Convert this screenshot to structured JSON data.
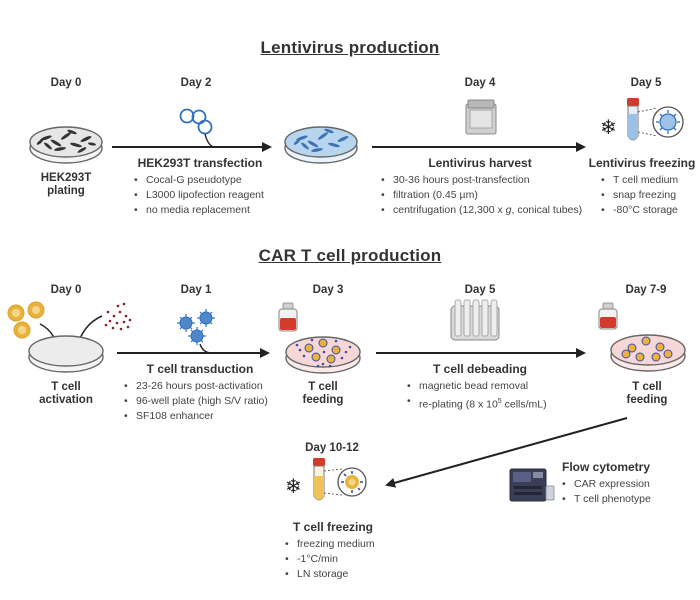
{
  "lentivirus": {
    "title": "Lentivirus production",
    "day0": "Day 0",
    "day2": "Day 2",
    "day4": "Day 4",
    "day5": "Day 5",
    "plating_label_1": "HEK293T",
    "plating_label_2": "plating",
    "transfection": {
      "heading": "HEK293T transfection",
      "bullets": [
        "Cocal-G pseudotype",
        "L3000 lipofection reagent",
        "no media replacement"
      ]
    },
    "harvest": {
      "heading": "Lentivirus harvest",
      "bullets": [
        "30-36 hours post-transfection",
        "filtration (0.45 µm)"
      ],
      "centrifugation_prefix": "centrifugation (12,300 x ",
      "centrifugation_g": "g",
      "centrifugation_suffix": ", conical tubes)"
    },
    "freezing": {
      "heading": "Lentivirus freezing",
      "bullets": [
        "T cell medium",
        "snap freezing",
        "-80°C storage"
      ]
    }
  },
  "cart": {
    "title": "CAR T cell production",
    "day0": "Day 0",
    "day1": "Day 1",
    "day3": "Day 3",
    "day5": "Day 5",
    "day7_9": "Day 7-9",
    "day10_12": "Day 10-12",
    "activation_1": "T cell",
    "activation_2": "activation",
    "feeding3_1": "T cell",
    "feeding3_2": "feeding",
    "feeding7_1": "T cell",
    "feeding7_2": "feeding",
    "transduction": {
      "heading": "T cell transduction",
      "bullets": [
        "23-26 hours post-activation",
        "96-well plate (high S/V ratio)",
        "SF108 enhancer"
      ]
    },
    "debeading": {
      "heading": "T cell debeading",
      "bullet1": "magnetic bead removal",
      "replating_prefix": "re-plating (8 x 10",
      "replating_exp": "5",
      "replating_suffix": " cells/mL)"
    },
    "flow": {
      "heading": "Flow cytometry",
      "bullets": [
        "CAR expression",
        "T cell phenotype"
      ]
    },
    "freezing": {
      "heading": "T cell freezing",
      "bullets": [
        "freezing medium",
        "-1°C/min",
        "LN storage"
      ]
    }
  },
  "colors": {
    "arrow": "#222222",
    "dish_blue": "#b7d6ee",
    "dish_pink": "#f6d7d8",
    "virus_blue": "#2f6fc0",
    "tcell_yellow": "#e9b23c",
    "tube_red": "#d33a2c",
    "bead_blue": "#3d4fa8"
  }
}
